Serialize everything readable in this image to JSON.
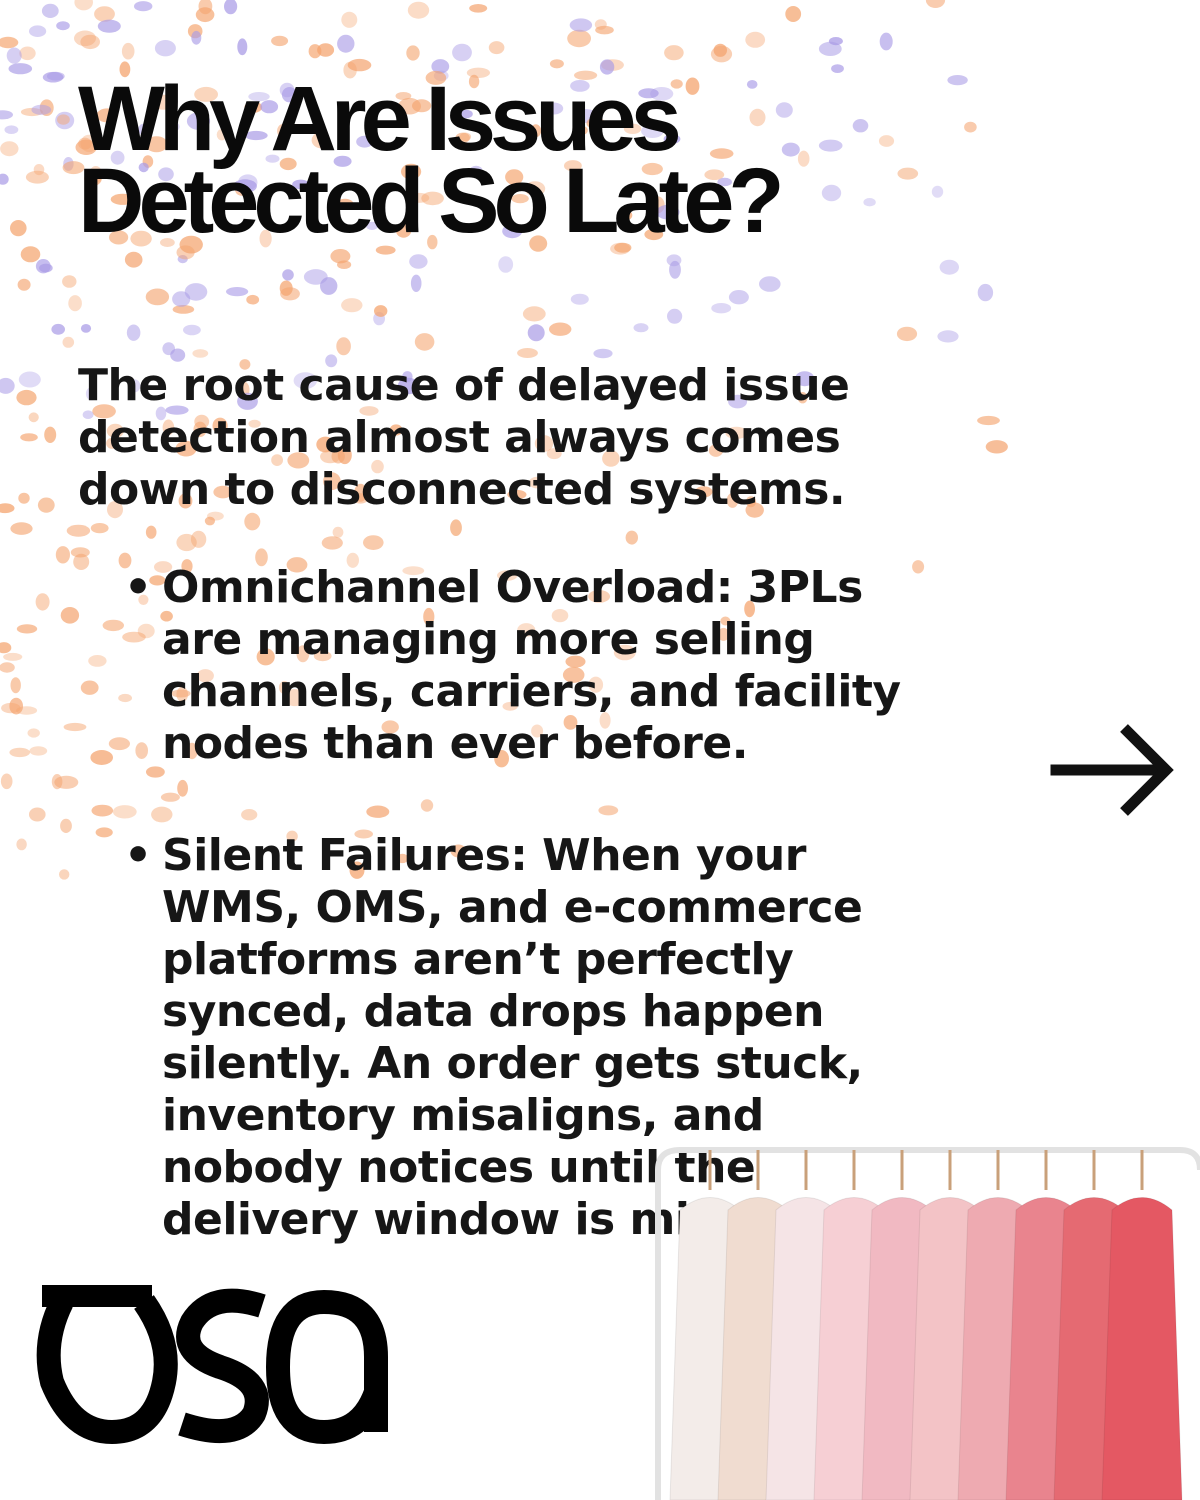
{
  "title": {
    "lines": [
      "Why Are Issues",
      "Detected So Late?"
    ]
  },
  "intro": {
    "lines": [
      "The root cause of delayed issue",
      "detection almost always comes",
      "down to disconnected systems."
    ]
  },
  "bullets": [
    {
      "marker": "•",
      "lines": [
        "Omnichannel Overload: 3PLs",
        "are managing more selling",
        "channels, carriers, and facility",
        "nodes than ever before."
      ]
    },
    {
      "marker": "•",
      "lines": [
        "Silent Failures: When your",
        "WMS, OMS, and e-commerce",
        "platforms aren’t perfectly",
        "synced, data drops happen",
        "silently. An order gets stuck,",
        "inventory misaligns, and",
        "nobody notices until the",
        "delivery window is missed."
      ]
    }
  ],
  "icons": {
    "next": "arrow-right-icon",
    "logo": "osa-logo",
    "decor": "clothing-rack-image"
  },
  "colors": {
    "text": "#161616",
    "dot_orange": "#f4a36d",
    "dot_purple": "#a99be6",
    "background": "#ffffff"
  }
}
